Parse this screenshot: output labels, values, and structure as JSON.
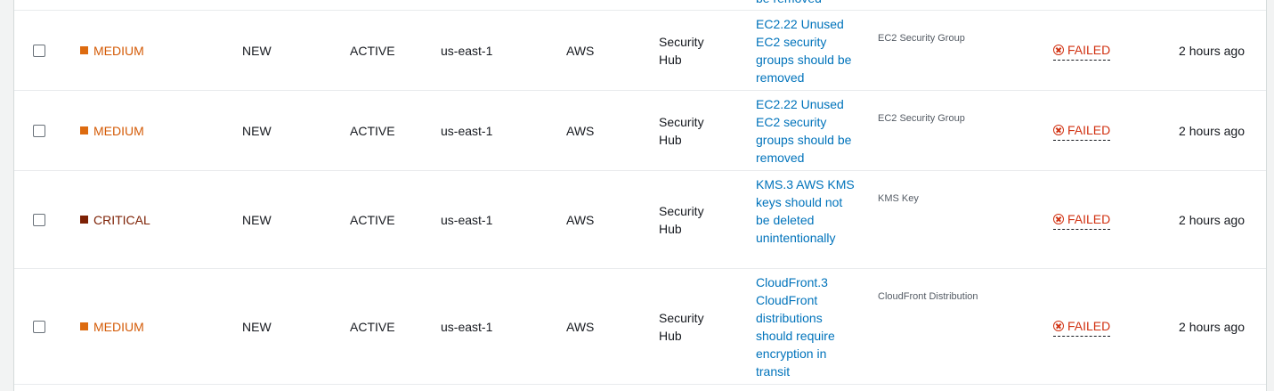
{
  "top_fragment": "be removed",
  "rows": [
    {
      "severity": "MEDIUM",
      "severity_class": "medium",
      "workflow": "NEW",
      "record_state": "ACTIVE",
      "region": "us-east-1",
      "provider": "AWS",
      "product": "Security Hub",
      "title": "EC2.22 Unused EC2 security groups should be removed",
      "resource_type": "EC2 Security Group",
      "compliance": "FAILED",
      "updated": "2 hours ago",
      "height": 90
    },
    {
      "severity": "MEDIUM",
      "severity_class": "medium",
      "workflow": "NEW",
      "record_state": "ACTIVE",
      "region": "us-east-1",
      "provider": "AWS",
      "product": "Security Hub",
      "title": "EC2.22 Unused EC2 security groups should be removed",
      "resource_type": "EC2 Security Group",
      "compliance": "FAILED",
      "updated": "2 hours ago",
      "height": 90
    },
    {
      "severity": "CRITICAL",
      "severity_class": "critical",
      "workflow": "NEW",
      "record_state": "ACTIVE",
      "region": "us-east-1",
      "provider": "AWS",
      "product": "Security Hub",
      "title": "KMS.3 AWS KMS keys should not be deleted unintentionally",
      "resource_type": "KMS Key",
      "compliance": "FAILED",
      "updated": "2 hours ago",
      "height": 110
    },
    {
      "severity": "MEDIUM",
      "severity_class": "medium",
      "workflow": "NEW",
      "record_state": "ACTIVE",
      "region": "us-east-1",
      "provider": "AWS",
      "product": "Security Hub",
      "title": "CloudFront.3 CloudFront distributions should require encryption in transit",
      "resource_type": "CloudFront Distribution",
      "compliance": "FAILED",
      "updated": "2 hours ago",
      "height": 130
    }
  ]
}
